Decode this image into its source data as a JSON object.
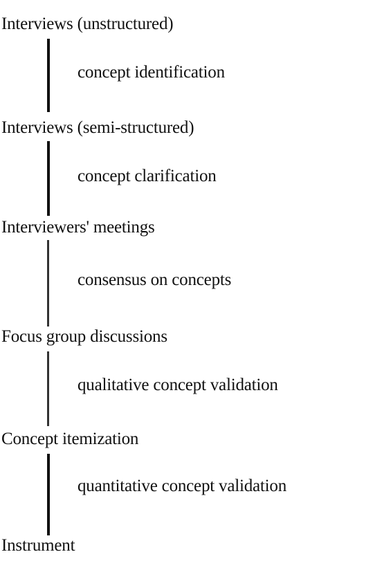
{
  "steps": [
    "Interviews (unstructured)",
    "Interviews (semi-structured)",
    "Interviewers' meetings",
    "Focus group discussions",
    "Concept itemization",
    "Instrument"
  ],
  "transitions": [
    "concept identification",
    "concept clarification",
    "consensus on concepts",
    "qualitative concept validation",
    "quantitative concept validation"
  ],
  "colors": {
    "text": "#111111",
    "connector": "#111111",
    "background": "#ffffff"
  }
}
